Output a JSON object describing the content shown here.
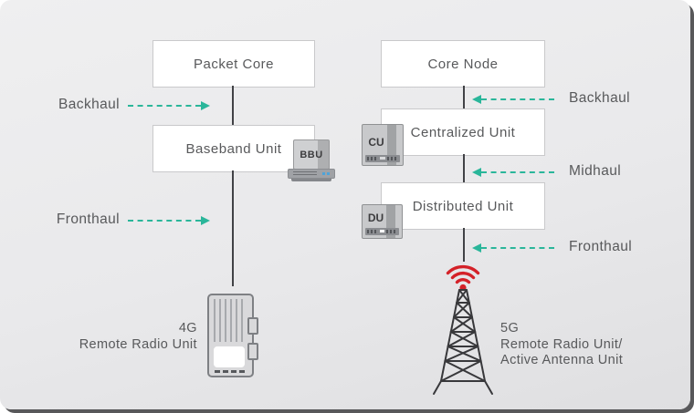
{
  "boxes": {
    "packet_core": "Packet Core",
    "baseband_unit": "Baseband Unit",
    "core_node": "Core Node",
    "centralized_unit": "Centralized Unit",
    "distributed_unit": "Distributed Unit"
  },
  "badges": {
    "bbu": "BBU",
    "cu": "CU",
    "du": "DU"
  },
  "labels": {
    "left_backhaul": "Backhaul",
    "left_fronthaul": "Fronthaul",
    "right_backhaul": "Backhaul",
    "right_midhaul": "Midhaul",
    "right_fronthaul": "Fronthaul"
  },
  "captions": {
    "left_line1": "4G",
    "left_line2": "Remote Radio Unit",
    "right_line1": "5G",
    "right_line2": "Remote Radio Unit/",
    "right_line3": "Active Antenna Unit"
  },
  "icons": {
    "bbu_device": "baseband-unit-server",
    "cu_device": "centralized-unit-box",
    "du_device": "distributed-unit-box",
    "rru_device": "remote-radio-unit",
    "tower": "lattice-antenna-tower",
    "signal": "wifi-signal"
  },
  "colors": {
    "accent_teal": "#2AB69A",
    "signal_red": "#D42128",
    "text_gray": "#58595B",
    "connector_dark": "#414246",
    "box_border": "#C9C9CB",
    "card_edge": "#58585A"
  }
}
